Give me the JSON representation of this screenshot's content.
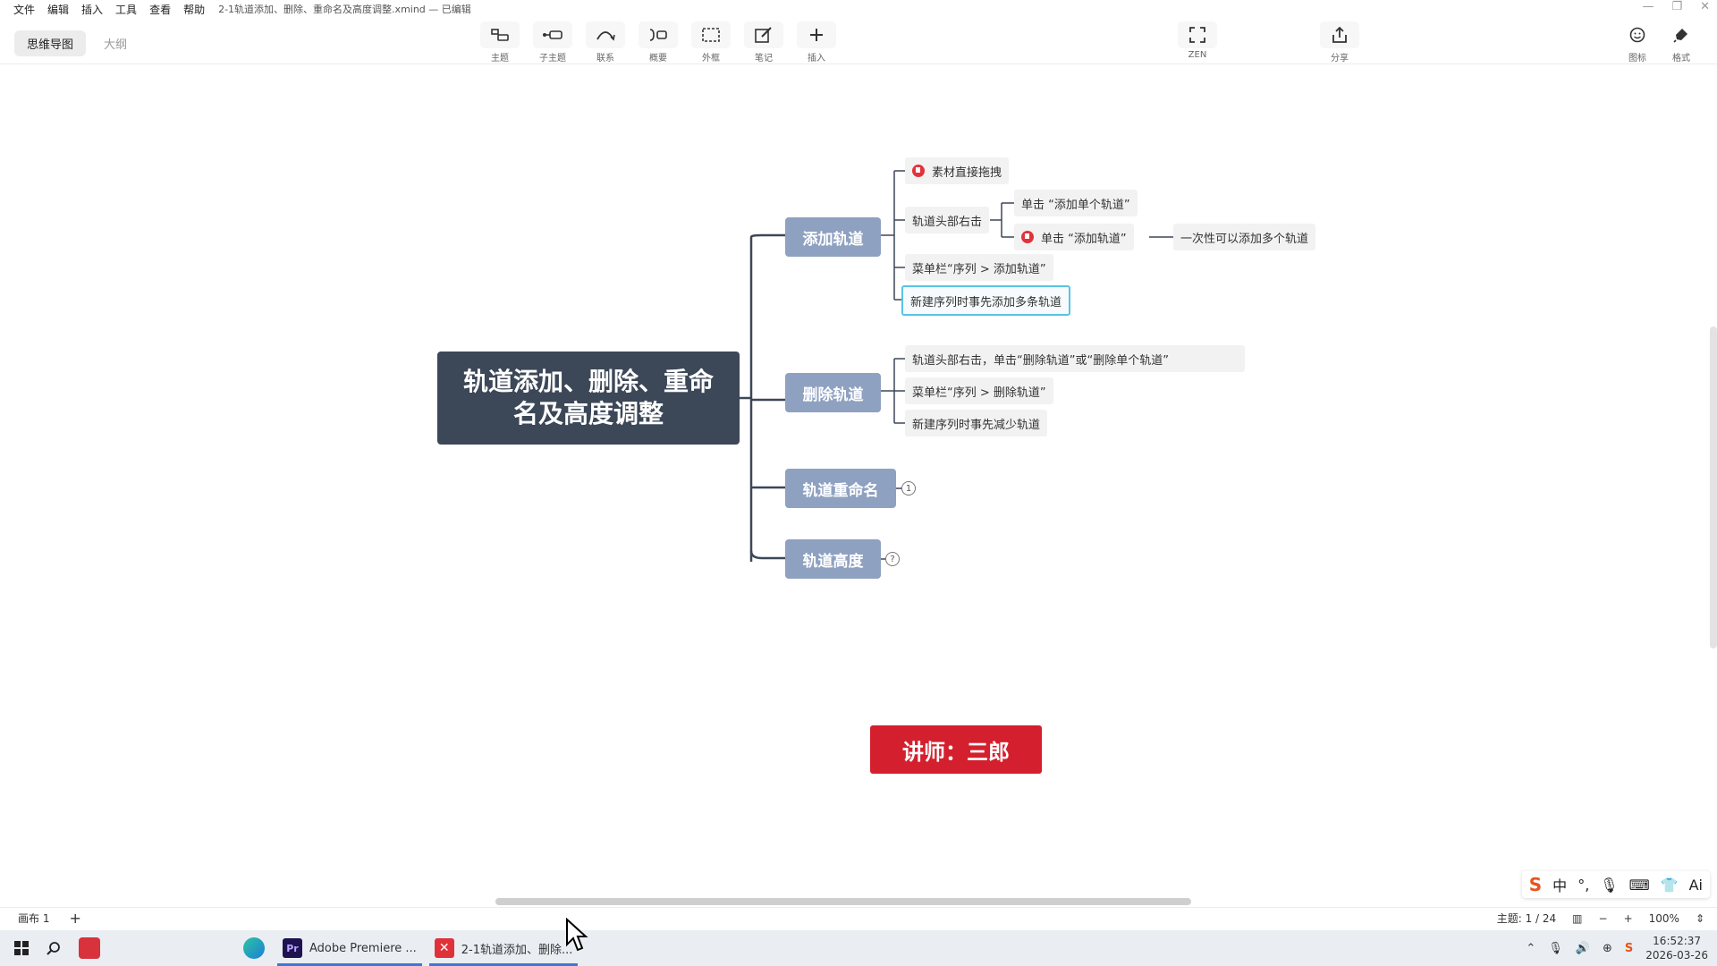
{
  "menu": [
    "文件",
    "编辑",
    "插入",
    "工具",
    "查看",
    "帮助"
  ],
  "doc_title": "2-1轨道添加、删除、重命名及高度调整.xmind — 已编辑",
  "view_tabs": {
    "mindmap": "思维导图",
    "outline": "大纲"
  },
  "tools": [
    {
      "label": "主题",
      "icon": "topic-icon"
    },
    {
      "label": "子主题",
      "icon": "subtopic-icon"
    },
    {
      "label": "联系",
      "icon": "relationship-icon"
    },
    {
      "label": "概要",
      "icon": "summary-icon"
    },
    {
      "label": "外框",
      "icon": "boundary-icon"
    },
    {
      "label": "笔记",
      "icon": "note-icon"
    },
    {
      "label": "插入",
      "icon": "plus-icon"
    },
    {
      "label": "ZEN",
      "icon": "fullscreen-icon"
    },
    {
      "label": "分享",
      "icon": "share-icon"
    },
    {
      "label": "图标",
      "icon": "smiley-icon"
    },
    {
      "label": "格式",
      "icon": "format-brush-icon"
    }
  ],
  "mindmap": {
    "root": {
      "line1": "轨道添加、删除、重命",
      "line2": "名及高度调整"
    },
    "topics": {
      "add": "添加轨道",
      "delete": "删除轨道",
      "rename": "轨道重命名",
      "height": "轨道高度"
    },
    "add_children": {
      "drag": "素材直接拖拽",
      "track_header": "轨道头部右击",
      "click_single": "单击 “添加单个轨道”",
      "click_tracks": "单击 “添加轨道”",
      "multi": "一次性可以添加多个轨道",
      "menu": "菜单栏“序列 > 添加轨道”",
      "new_seq": "新建序列时事先添加多条轨道"
    },
    "delete_children": {
      "header": "轨道头部右击，单击“删除轨道”或“删除单个轨道”",
      "menu": "菜单栏“序列 > 删除轨道”",
      "new_seq": "新建序列时事先减少轨道"
    },
    "rename_badge": "1",
    "height_badge": "?"
  },
  "teacher": "讲师：三郎",
  "status": {
    "canvas_tab": "画布 1",
    "add": "+",
    "topic_count": "主题: 1 / 24",
    "zoom": "100%"
  },
  "taskbar": {
    "premiere": "Adobe Premiere ...",
    "xmind": "2-1轨道添加、删除...",
    "time": "16:52:37",
    "date": "2026-03-26"
  },
  "ime": {
    "cn": "中",
    "ai": "Ai"
  },
  "colors": {
    "root": "#3c4757",
    "main_topic": "#8fa1c0",
    "teacher": "#d4202e",
    "line": "#3c4757"
  }
}
